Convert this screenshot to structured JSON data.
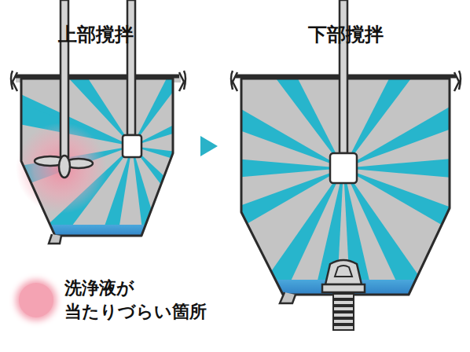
{
  "diagram": {
    "labels": [
      "上部撹拌",
      "下部撹拌"
    ],
    "legend": [
      {
        "text": "洗浄液が 当たりづらい箇所",
        "color": "#f4a3b3"
      }
    ]
  }
}
